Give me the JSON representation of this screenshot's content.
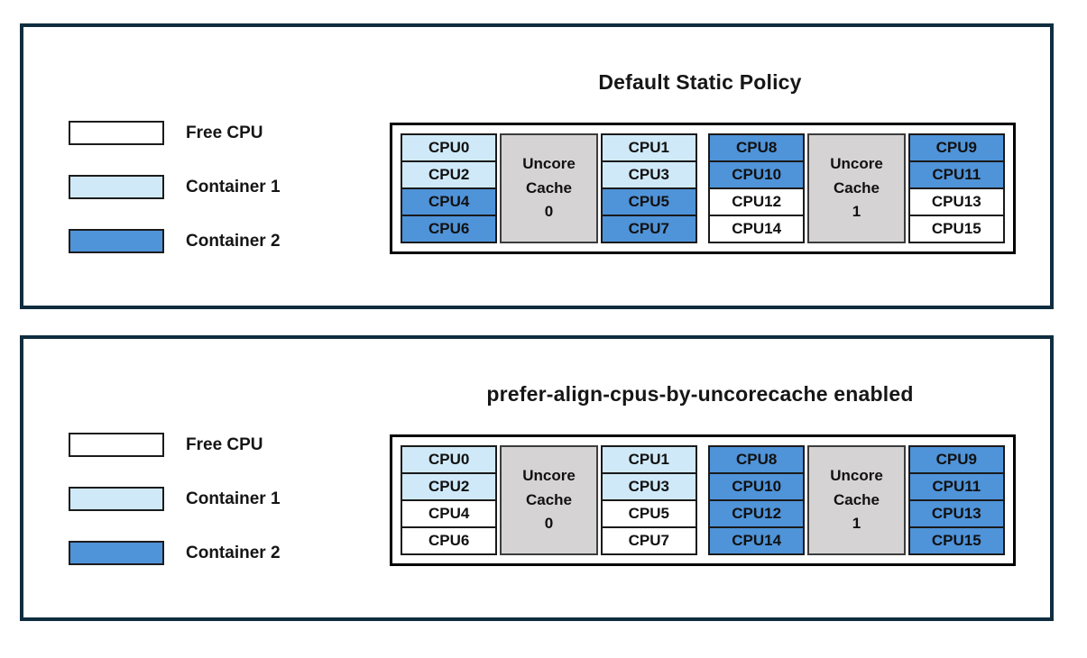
{
  "colors": {
    "free": "#ffffff",
    "container1": "#cfe9f8",
    "container2": "#4f93d9",
    "uncore_fill": "#d5d3d3",
    "panel_border": "#0f2d3f",
    "cell_border": "#1a1a1a"
  },
  "legend": {
    "items": [
      {
        "label": "Free CPU",
        "state": "free"
      },
      {
        "label": "Container 1",
        "state": "container1"
      },
      {
        "label": "Container 2",
        "state": "container2"
      }
    ]
  },
  "panels": [
    {
      "title": "Default Static Policy",
      "groups": [
        {
          "uncore_lines": [
            "Uncore",
            "Cache",
            "0"
          ],
          "left_cpus": [
            {
              "label": "CPU0",
              "state": "container1"
            },
            {
              "label": "CPU2",
              "state": "container1"
            },
            {
              "label": "CPU4",
              "state": "container2"
            },
            {
              "label": "CPU6",
              "state": "container2"
            }
          ],
          "right_cpus": [
            {
              "label": "CPU1",
              "state": "container1"
            },
            {
              "label": "CPU3",
              "state": "container1"
            },
            {
              "label": "CPU5",
              "state": "container2"
            },
            {
              "label": "CPU7",
              "state": "container2"
            }
          ]
        },
        {
          "uncore_lines": [
            "Uncore",
            "Cache",
            "1"
          ],
          "left_cpus": [
            {
              "label": "CPU8",
              "state": "container2"
            },
            {
              "label": "CPU10",
              "state": "container2"
            },
            {
              "label": "CPU12",
              "state": "free"
            },
            {
              "label": "CPU14",
              "state": "free"
            }
          ],
          "right_cpus": [
            {
              "label": "CPU9",
              "state": "container2"
            },
            {
              "label": "CPU11",
              "state": "container2"
            },
            {
              "label": "CPU13",
              "state": "free"
            },
            {
              "label": "CPU15",
              "state": "free"
            }
          ]
        }
      ]
    },
    {
      "title": "prefer-align-cpus-by-uncorecache enabled",
      "groups": [
        {
          "uncore_lines": [
            "Uncore",
            "Cache",
            "0"
          ],
          "left_cpus": [
            {
              "label": "CPU0",
              "state": "container1"
            },
            {
              "label": "CPU2",
              "state": "container1"
            },
            {
              "label": "CPU4",
              "state": "free"
            },
            {
              "label": "CPU6",
              "state": "free"
            }
          ],
          "right_cpus": [
            {
              "label": "CPU1",
              "state": "container1"
            },
            {
              "label": "CPU3",
              "state": "container1"
            },
            {
              "label": "CPU5",
              "state": "free"
            },
            {
              "label": "CPU7",
              "state": "free"
            }
          ]
        },
        {
          "uncore_lines": [
            "Uncore",
            "Cache",
            "1"
          ],
          "left_cpus": [
            {
              "label": "CPU8",
              "state": "container2"
            },
            {
              "label": "CPU10",
              "state": "container2"
            },
            {
              "label": "CPU12",
              "state": "container2"
            },
            {
              "label": "CPU14",
              "state": "container2"
            }
          ],
          "right_cpus": [
            {
              "label": "CPU9",
              "state": "container2"
            },
            {
              "label": "CPU11",
              "state": "container2"
            },
            {
              "label": "CPU13",
              "state": "container2"
            },
            {
              "label": "CPU15",
              "state": "container2"
            }
          ]
        }
      ]
    }
  ]
}
